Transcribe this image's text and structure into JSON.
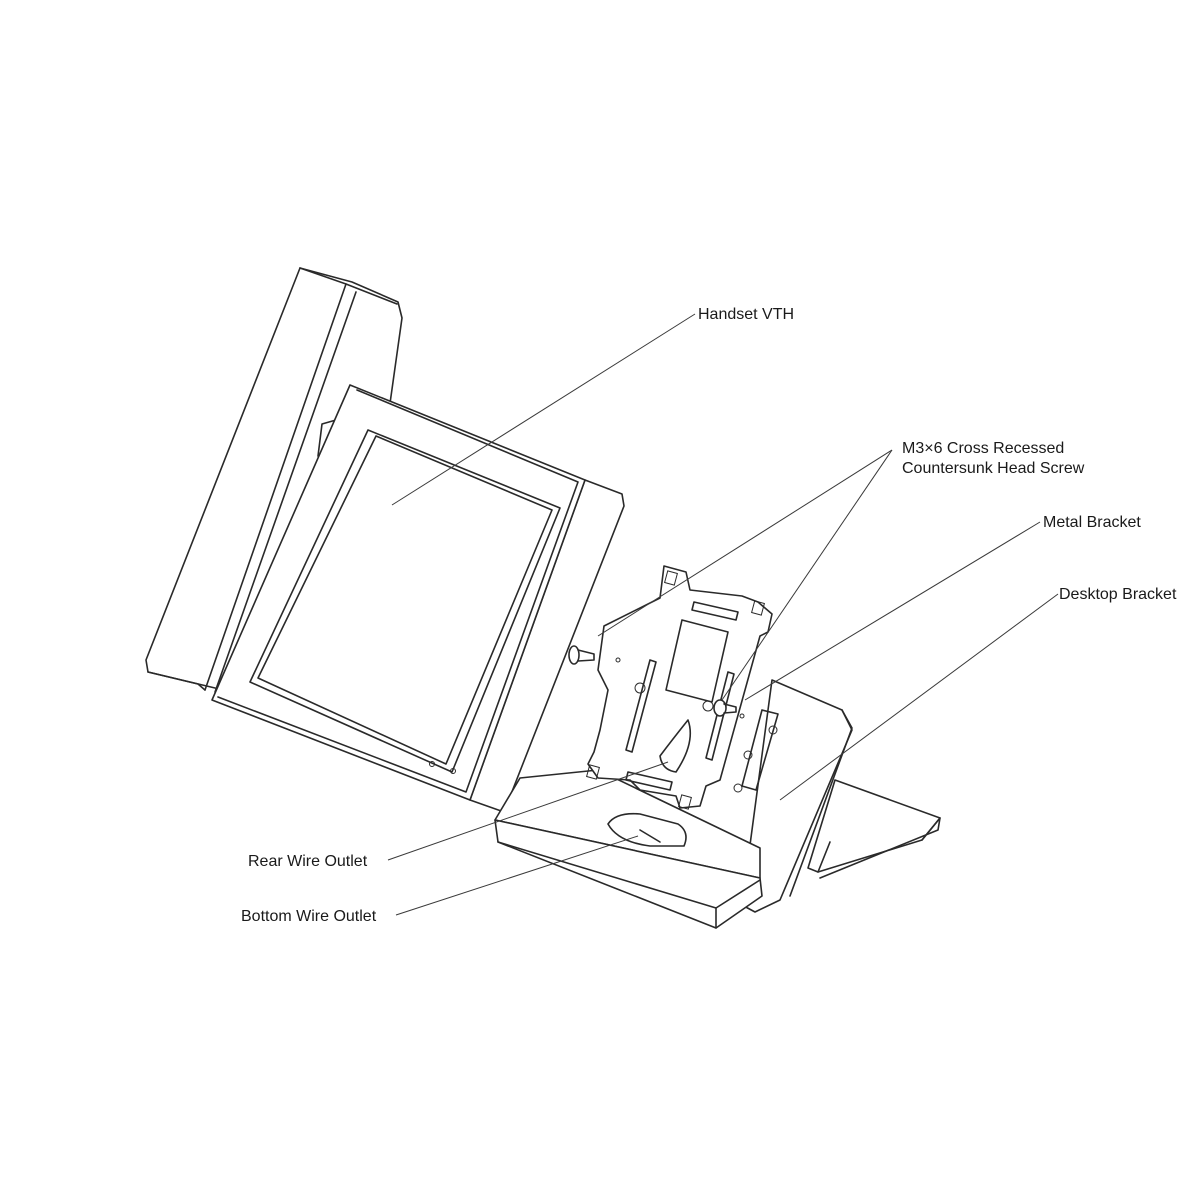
{
  "callouts": {
    "handset_vth": "Handset VTH",
    "screw_line1": "M3×6 Cross Recessed",
    "screw_line2": "Countersunk Head Screw",
    "metal_bracket": "Metal Bracket",
    "desktop_bracket": "Desktop Bracket",
    "rear_wire_outlet": "Rear Wire Outlet",
    "bottom_wire_outlet": "Bottom Wire Outlet"
  }
}
